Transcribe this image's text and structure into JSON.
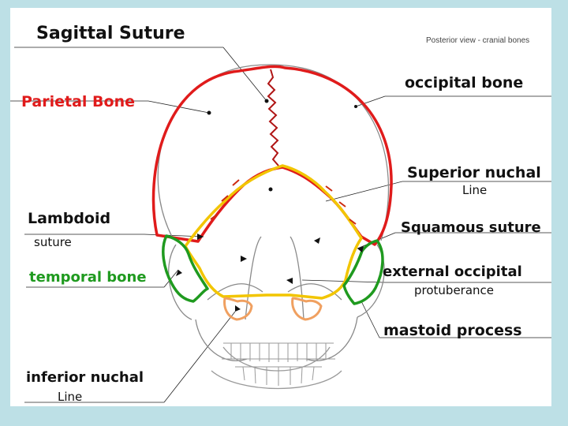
{
  "title": "Posterior view - cranial bones",
  "colors": {
    "background": "#bde0e6",
    "parietal": "#e01b1b",
    "occipital": "#f2c500",
    "temporal": "#1f9a1f",
    "mastoid": "#f0a060",
    "ink": "#111111"
  },
  "labels": {
    "sagittal_suture": "Sagittal Suture",
    "parietal_bone": "Parietal Bone",
    "lambdoid": "Lambdoid",
    "lambdoid_sub": "suture",
    "temporal_bone": "temporal bone",
    "inferior_nuchal": "inferior nuchal",
    "inferior_nuchal_sub": "Line",
    "occipital_bone": "occipital bone",
    "superior_nuchal": "Superior nuchal",
    "superior_nuchal_sub": "Line",
    "squamous_suture": "Squamous suture",
    "external_occipital": "external occipital",
    "external_occipital_sub": "protuberance",
    "mastoid_process": "mastoid process"
  }
}
